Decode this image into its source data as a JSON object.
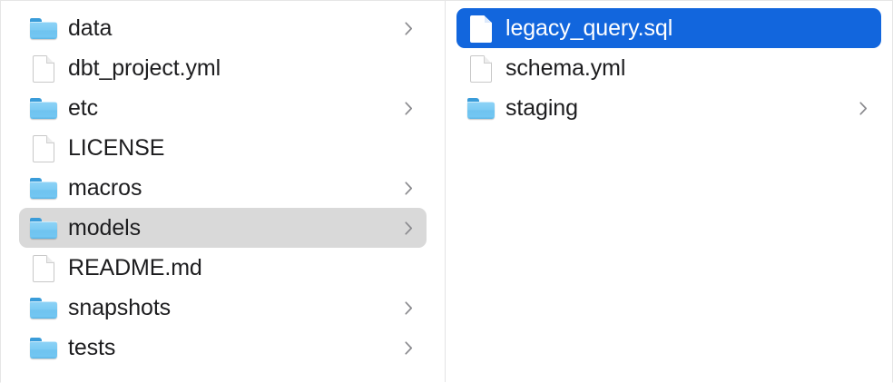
{
  "window": {
    "view_mode": "column-view",
    "app": "Finder",
    "background_color": "#ffffff",
    "divider_color": "#e3e3e5"
  },
  "colors": {
    "selection_active": "#1266dd",
    "selection_inactive": "#d9d9d9",
    "folder_blue": "#6fc3ef",
    "folder_tab_blue": "#3a9cd9",
    "label": "#1d1d1f",
    "label_selected": "#ffffff",
    "chevron": "#8a8a8e"
  },
  "columns": [
    {
      "name": "project-root-column",
      "items": [
        {
          "label": "data",
          "kind": "folder",
          "icon": "folder-icon",
          "chevron": true,
          "selected": false,
          "selection_style": "none"
        },
        {
          "label": "dbt_project.yml",
          "kind": "file",
          "icon": "document-icon",
          "chevron": false,
          "selected": false,
          "selection_style": "none"
        },
        {
          "label": "etc",
          "kind": "folder",
          "icon": "folder-icon",
          "chevron": true,
          "selected": false,
          "selection_style": "none"
        },
        {
          "label": "LICENSE",
          "kind": "file",
          "icon": "document-icon",
          "chevron": false,
          "selected": false,
          "selection_style": "none"
        },
        {
          "label": "macros",
          "kind": "folder",
          "icon": "folder-icon",
          "chevron": true,
          "selected": false,
          "selection_style": "none"
        },
        {
          "label": "models",
          "kind": "folder",
          "icon": "folder-icon",
          "chevron": true,
          "selected": true,
          "selection_style": "inactive"
        },
        {
          "label": "README.md",
          "kind": "file",
          "icon": "document-icon",
          "chevron": false,
          "selected": false,
          "selection_style": "none"
        },
        {
          "label": "snapshots",
          "kind": "folder",
          "icon": "folder-icon",
          "chevron": true,
          "selected": false,
          "selection_style": "none"
        },
        {
          "label": "tests",
          "kind": "folder",
          "icon": "folder-icon",
          "chevron": true,
          "selected": false,
          "selection_style": "none"
        }
      ]
    },
    {
      "name": "models-folder-column",
      "items": [
        {
          "label": "legacy_query.sql",
          "kind": "file",
          "icon": "document-icon",
          "chevron": false,
          "selected": true,
          "selection_style": "active"
        },
        {
          "label": "schema.yml",
          "kind": "file",
          "icon": "document-icon",
          "chevron": false,
          "selected": false,
          "selection_style": "none"
        },
        {
          "label": "staging",
          "kind": "folder",
          "icon": "folder-icon",
          "chevron": true,
          "selected": false,
          "selection_style": "none"
        }
      ]
    }
  ]
}
